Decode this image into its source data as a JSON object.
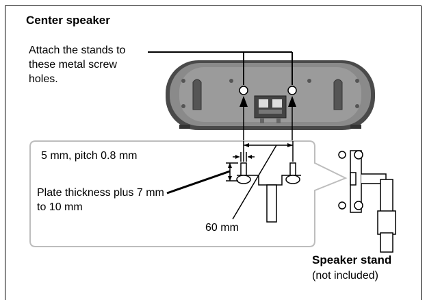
{
  "section_title": "Center speaker",
  "instruction": "Attach the stands to these metal screw holes.",
  "dimensions": {
    "screw": "5 mm, pitch 0.8 mm",
    "plate": "Plate thickness plus 7 mm to 10 mm",
    "spacing": "60 mm"
  },
  "stand": {
    "name": "Speaker stand",
    "note": "(not included)"
  }
}
